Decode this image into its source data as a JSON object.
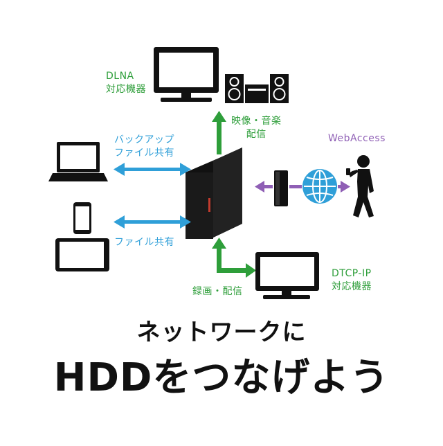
{
  "labels": {
    "dlna": [
      "DLNA",
      "対応機器"
    ],
    "video_music": [
      "映像・音楽",
      "配信"
    ],
    "backup": [
      "バックアップ",
      "ファイル共有"
    ],
    "file_share": "ファイル共有",
    "webaccess": "WebAccess",
    "record": "録画・配信",
    "dtcp": [
      "DTCP-IP",
      "対応機器"
    ]
  },
  "headline": {
    "line1": "ネットワークに",
    "line2": "HDDをつなげよう"
  },
  "colors": {
    "green": "#2e9e3a",
    "blue": "#2f9fd8",
    "purple": "#8f5fb5",
    "device": "#111111"
  }
}
